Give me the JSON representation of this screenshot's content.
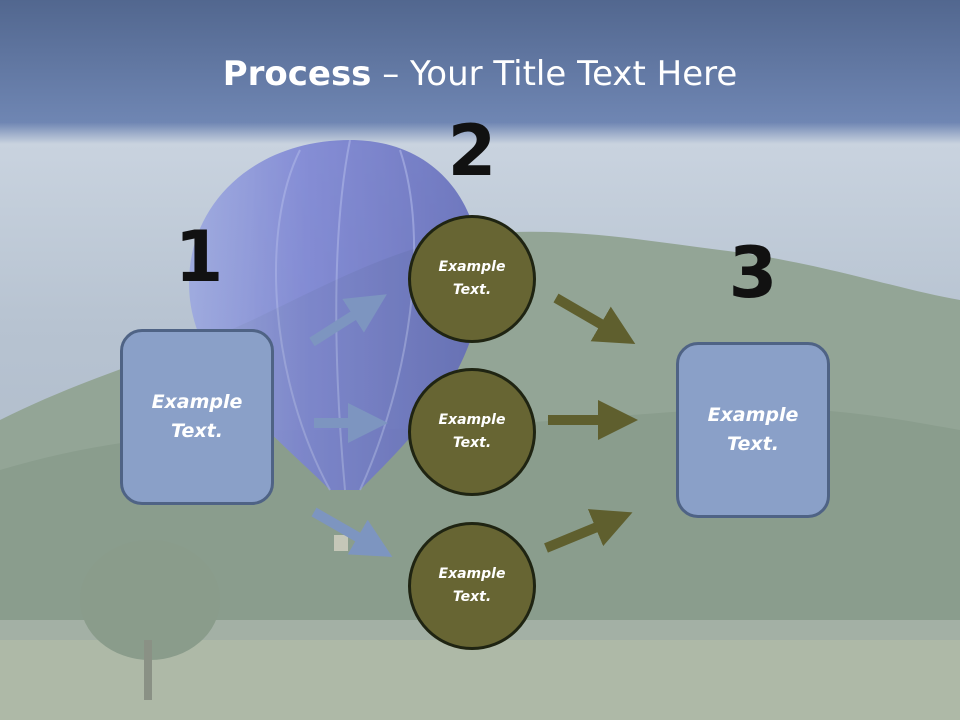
{
  "title": {
    "bold": "Process",
    "rest": " – Your Title Text Here"
  },
  "steps": {
    "step1": {
      "number": "1",
      "label": "Example Text."
    },
    "step2": {
      "number": "2",
      "circles": [
        {
          "label": "Example Text."
        },
        {
          "label": "Example Text."
        },
        {
          "label": "Example Text."
        }
      ]
    },
    "step3": {
      "number": "3",
      "label": "Example Text."
    }
  },
  "colors": {
    "box_fill": "#8aa0c8",
    "box_border": "#4f6385",
    "circle_fill": "#676533",
    "circle_border": "#1f2412",
    "arrow_blue": "#7d95c0",
    "arrow_olive": "#5f5f2e",
    "sky_top": "#5a6f98"
  }
}
